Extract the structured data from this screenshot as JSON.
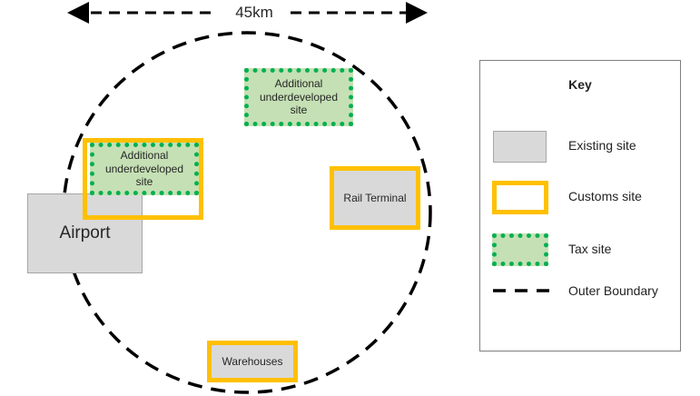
{
  "scale": {
    "label": "45km"
  },
  "sites": {
    "airport": {
      "label": "Airport",
      "type": "existing"
    },
    "additional_north": {
      "label": "Additional underdeveloped site",
      "type": "tax"
    },
    "additional_west": {
      "label": "Additional underdeveloped site",
      "type": "tax+customs"
    },
    "rail_terminal": {
      "label": "Rail Terminal",
      "type": "existing+customs"
    },
    "warehouses": {
      "label": "Warehouses",
      "type": "existing+customs"
    }
  },
  "key": {
    "title": "Key",
    "items": [
      {
        "label": "Existing site",
        "symbol": "grey-box"
      },
      {
        "label": "Customs site",
        "symbol": "yellow-outline-box"
      },
      {
        "label": "Tax site",
        "symbol": "green-dotted-box"
      },
      {
        "label": "Outer Boundary",
        "symbol": "dashed-line"
      }
    ]
  },
  "colors": {
    "existing_fill": "#d9d9d9",
    "existing_border": "#a6a6a6",
    "customs_border": "#ffc000",
    "tax_fill": "#c5e0b4",
    "tax_border": "#00b050",
    "boundary": "#000000"
  }
}
